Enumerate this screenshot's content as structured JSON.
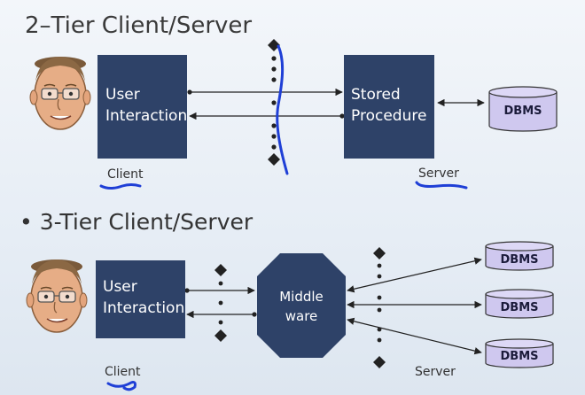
{
  "two_tier": {
    "title": "2–Tier Client/Server",
    "client_box": [
      "User",
      "Interaction"
    ],
    "server_box": [
      "Stored",
      "Procedure"
    ],
    "dbms": "DBMS",
    "client_label": "Client",
    "server_label": "Server"
  },
  "three_tier": {
    "title": "• 3-Tier Client/Server",
    "client_box": [
      "User",
      "Interaction"
    ],
    "middleware": [
      "Middle",
      "ware"
    ],
    "dbms": [
      "DBMS",
      "DBMS",
      "DBMS"
    ],
    "client_label": "Client",
    "server_label": "Server"
  },
  "colors": {
    "box": "#2e4268",
    "dbms_fill": "#cfc8ef",
    "annotation": "#1f3fd6"
  },
  "icons": [
    "person-face-icon",
    "person-face-icon"
  ]
}
